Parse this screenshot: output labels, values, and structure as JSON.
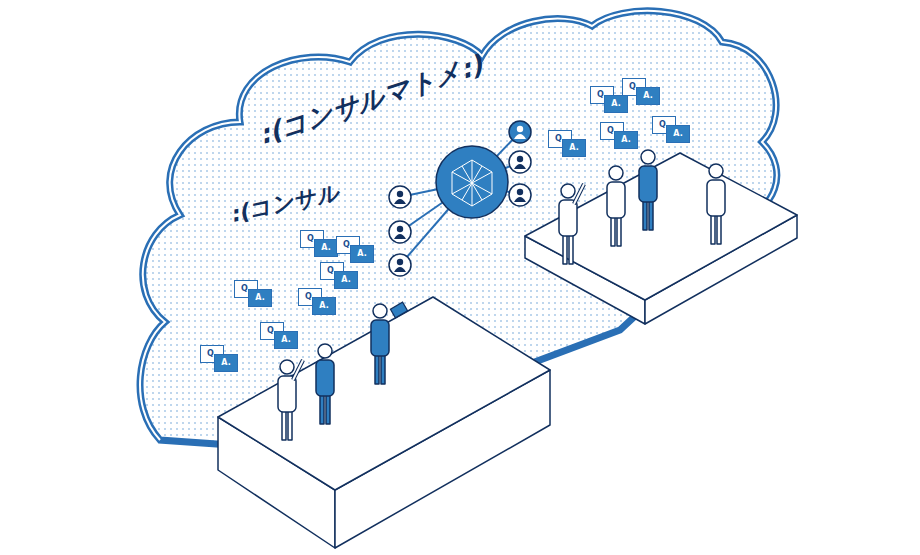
{
  "diagram": {
    "nodes": [
      {
        "text": [
          "Q."
        ]
      },
      {
        "text": [
          "A."
        ]
      },
      {
        "text": [
          "Q."
        ]
      },
      {
        "text": [
          "A."
        ]
      },
      {
        "text": [
          "Q."
        ]
      },
      {
        "text": [
          "A."
        ]
      },
      {
        "text": [
          "Q."
        ]
      },
      {
        "text": [
          "A."
        ]
      },
      {
        "text": [
          "Q."
        ]
      },
      {
        "text": [
          "A."
        ]
      },
      {
        "text": [
          "Q."
        ]
      },
      {
        "text": [
          "A."
        ]
      },
      {
        "text": [
          "Q."
        ]
      },
      {
        "text": [
          "A."
        ]
      },
      {
        "text": [
          "Q."
        ]
      },
      {
        "text": [
          "A."
        ]
      },
      {
        "text": [
          "Q."
        ]
      },
      {
        "text": [
          "A."
        ]
      },
      {
        "text": [
          "Q."
        ]
      },
      {
        "text": [
          "A."
        ]
      },
      {
        "text": [
          "Q."
        ]
      },
      {
        "text": [
          "A."
        ]
      },
      {
        "text": [
          "Q."
        ]
      },
      {
        "text": [
          "A."
        ]
      }
    ],
    "labels": [
      ":(コンサルマトメ:)",
      ":(コンサル"
    ]
  }
}
